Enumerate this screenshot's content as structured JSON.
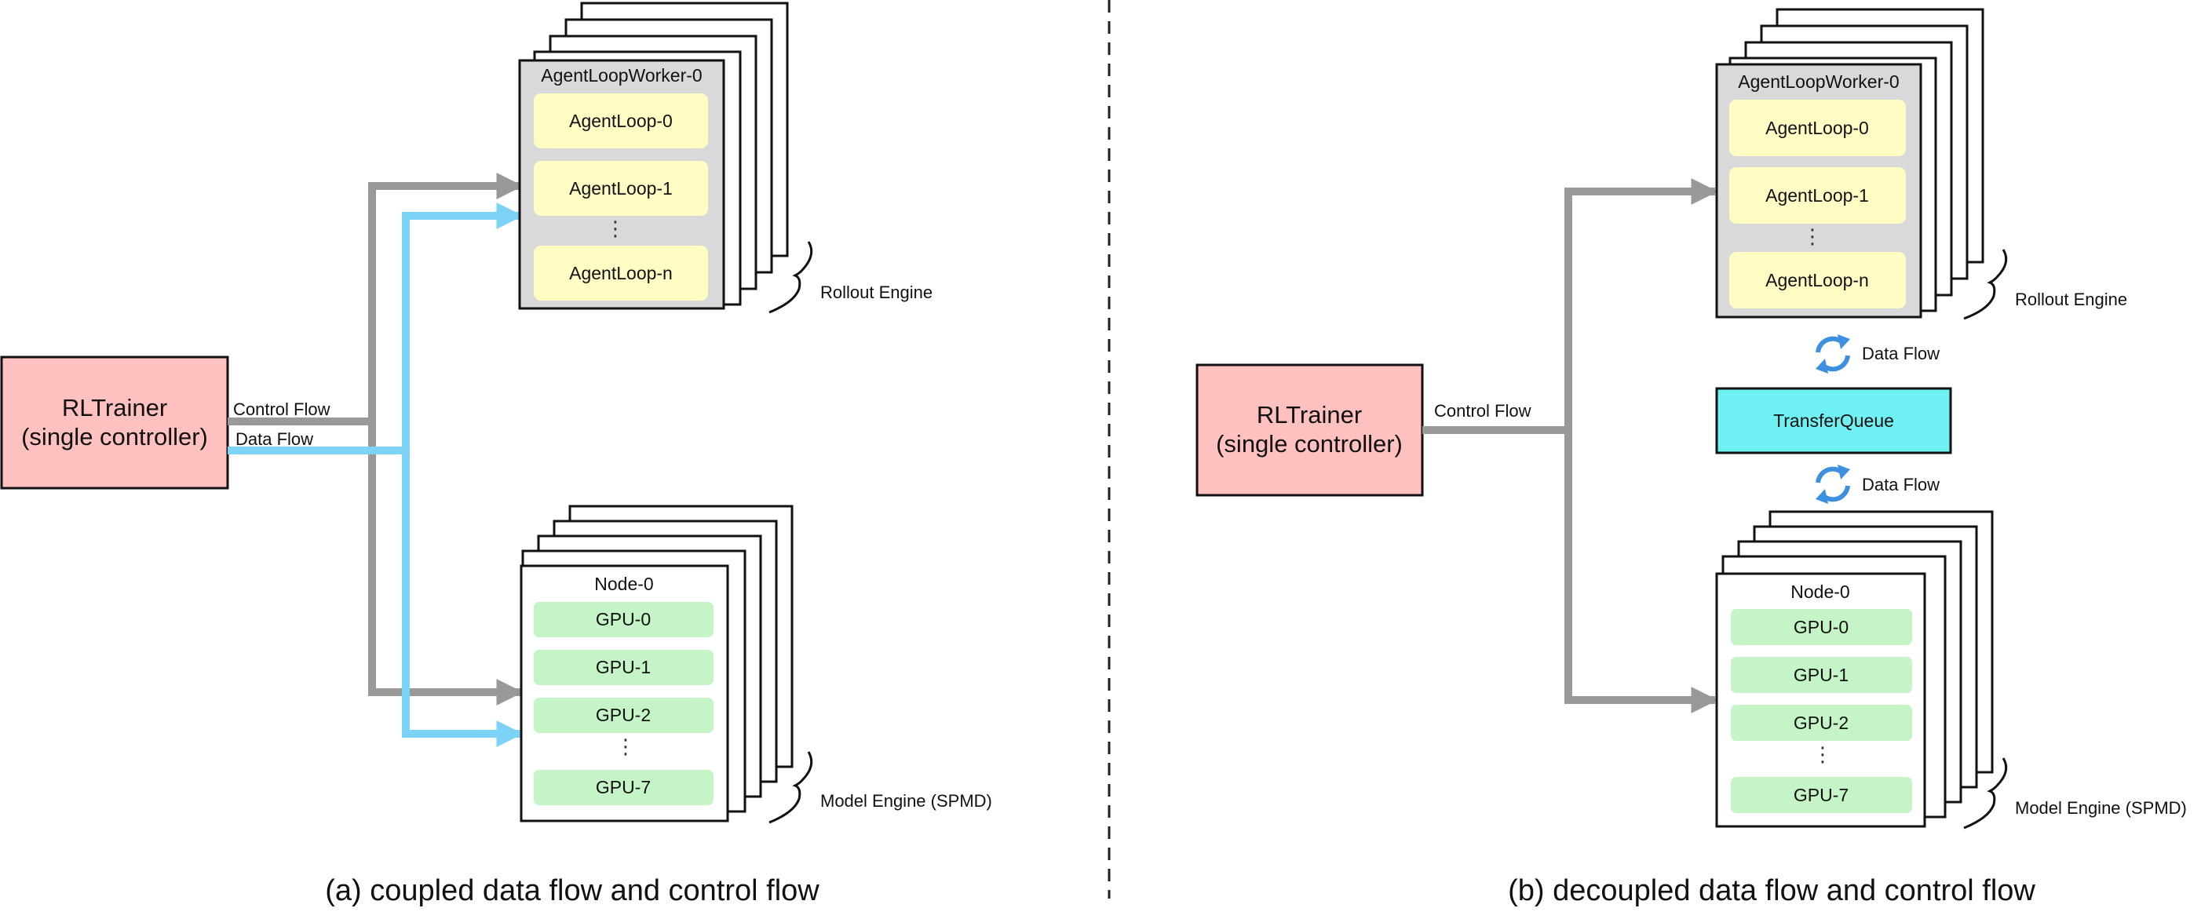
{
  "colors": {
    "trainer_fill": "#ffc0c0",
    "worker_fill": "#d9d9d9",
    "agentloop_fill": "#fffdc4",
    "gpu_fill": "#c5f5c7",
    "control_arrow": "#999999",
    "data_arrow": "#7dd3f5",
    "transfer_queue_fill": "#6ff0f2",
    "refresh_icon": "#3d8fe0"
  },
  "panel_a": {
    "trainer": {
      "line1": "RLTrainer",
      "line2": "(single controller)"
    },
    "control_flow_label": "Control Flow",
    "data_flow_label": "Data Flow",
    "rollout": {
      "worker_title": "AgentLoopWorker-0",
      "items": [
        "AgentLoop-0",
        "AgentLoop-1",
        "⋮",
        "AgentLoop-n"
      ],
      "engine_label": "Rollout Engine"
    },
    "model": {
      "node_title": "Node-0",
      "items": [
        "GPU-0",
        "GPU-1",
        "GPU-2",
        "⋮",
        "GPU-7"
      ],
      "engine_label": "Model Engine (SPMD)"
    },
    "caption": "(a) coupled data flow and control flow"
  },
  "panel_b": {
    "trainer": {
      "line1": "RLTrainer",
      "line2": "(single controller)"
    },
    "control_flow_label": "Control Flow",
    "rollout": {
      "worker_title": "AgentLoopWorker-0",
      "items": [
        "AgentLoop-0",
        "AgentLoop-1",
        "⋮",
        "AgentLoop-n"
      ],
      "engine_label": "Rollout Engine"
    },
    "data_flow_top_label": "Data Flow",
    "transfer_queue_label": "TransferQueue",
    "data_flow_bottom_label": "Data Flow",
    "model": {
      "node_title": "Node-0",
      "items": [
        "GPU-0",
        "GPU-1",
        "GPU-2",
        "⋮",
        "GPU-7"
      ],
      "engine_label": "Model Engine (SPMD)"
    },
    "caption": "(b) decoupled data flow and control flow"
  }
}
